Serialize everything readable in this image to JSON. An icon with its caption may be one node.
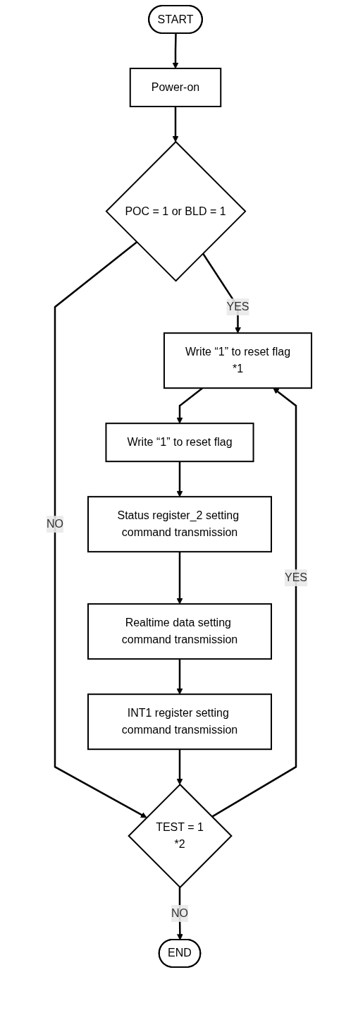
{
  "diagram": {
    "nodes": [
      {
        "text": [
          "START"
        ]
      },
      {
        "text": [
          "Power-on"
        ]
      },
      {
        "text": [
          "POC = 1 or BLD = 1"
        ]
      },
      {
        "text": [
          "Write “1” to reset flag",
          "*1"
        ]
      },
      {
        "text": [
          "Write “1” to reset flag"
        ]
      },
      {
        "text": [
          "Status register_2 setting command transmission"
        ]
      },
      {
        "text": [
          "Realtime data setting command transmission"
        ]
      },
      {
        "text": [
          "INT1 register setting command transmission"
        ]
      },
      {
        "text": [
          "TEST = 1",
          "*2"
        ]
      },
      {
        "text": [
          "END"
        ]
      }
    ],
    "edges": [
      {
        "from": 0,
        "to": 1,
        "arrow": "to"
      },
      {
        "from": 1,
        "to": 2,
        "arrow": "to"
      },
      {
        "from": 2,
        "to": 3,
        "arrow": "to",
        "label": "YES"
      },
      {
        "from": 2,
        "to": 8,
        "arrow": "to",
        "label": "NO"
      },
      {
        "from": 3,
        "to": 4,
        "arrow": "to"
      },
      {
        "from": 4,
        "to": 5,
        "arrow": "to"
      },
      {
        "from": 5,
        "to": 6,
        "arrow": "to"
      },
      {
        "from": 6,
        "to": 7,
        "arrow": "to"
      },
      {
        "from": 7,
        "to": 8,
        "arrow": "to"
      },
      {
        "from": 8,
        "to": 3,
        "arrow": "to",
        "label": "YES"
      },
      {
        "from": 8,
        "to": 9,
        "arrow": "to",
        "label": "NO"
      }
    ]
  }
}
